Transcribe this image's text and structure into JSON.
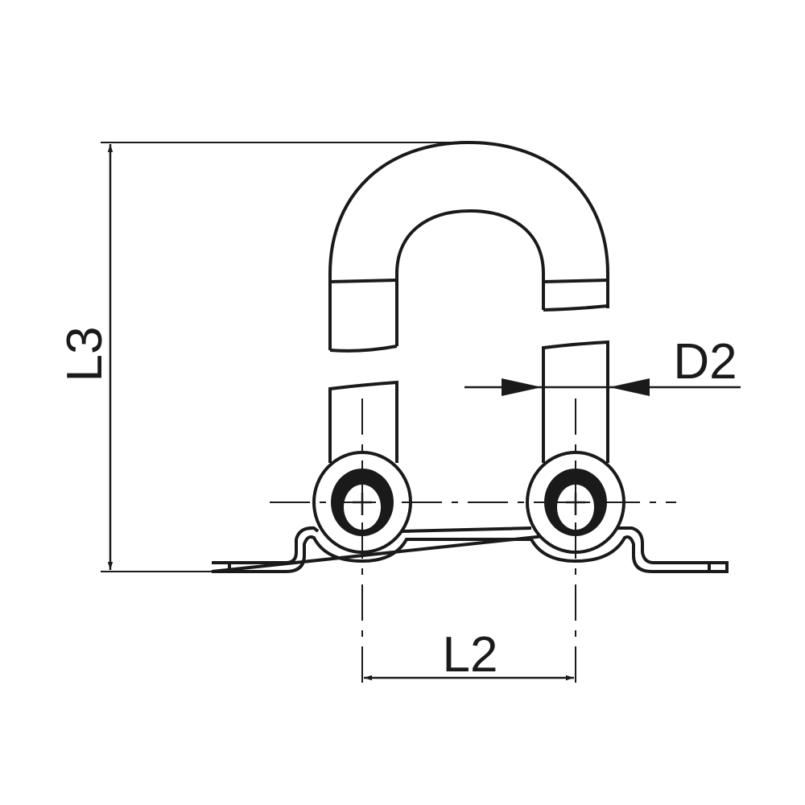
{
  "diagram": {
    "labels": {
      "height": "L3",
      "spacing": "L2",
      "diameter": "D2"
    },
    "colors": {
      "line": "#1a1a1a",
      "background": "#ffffff"
    }
  }
}
